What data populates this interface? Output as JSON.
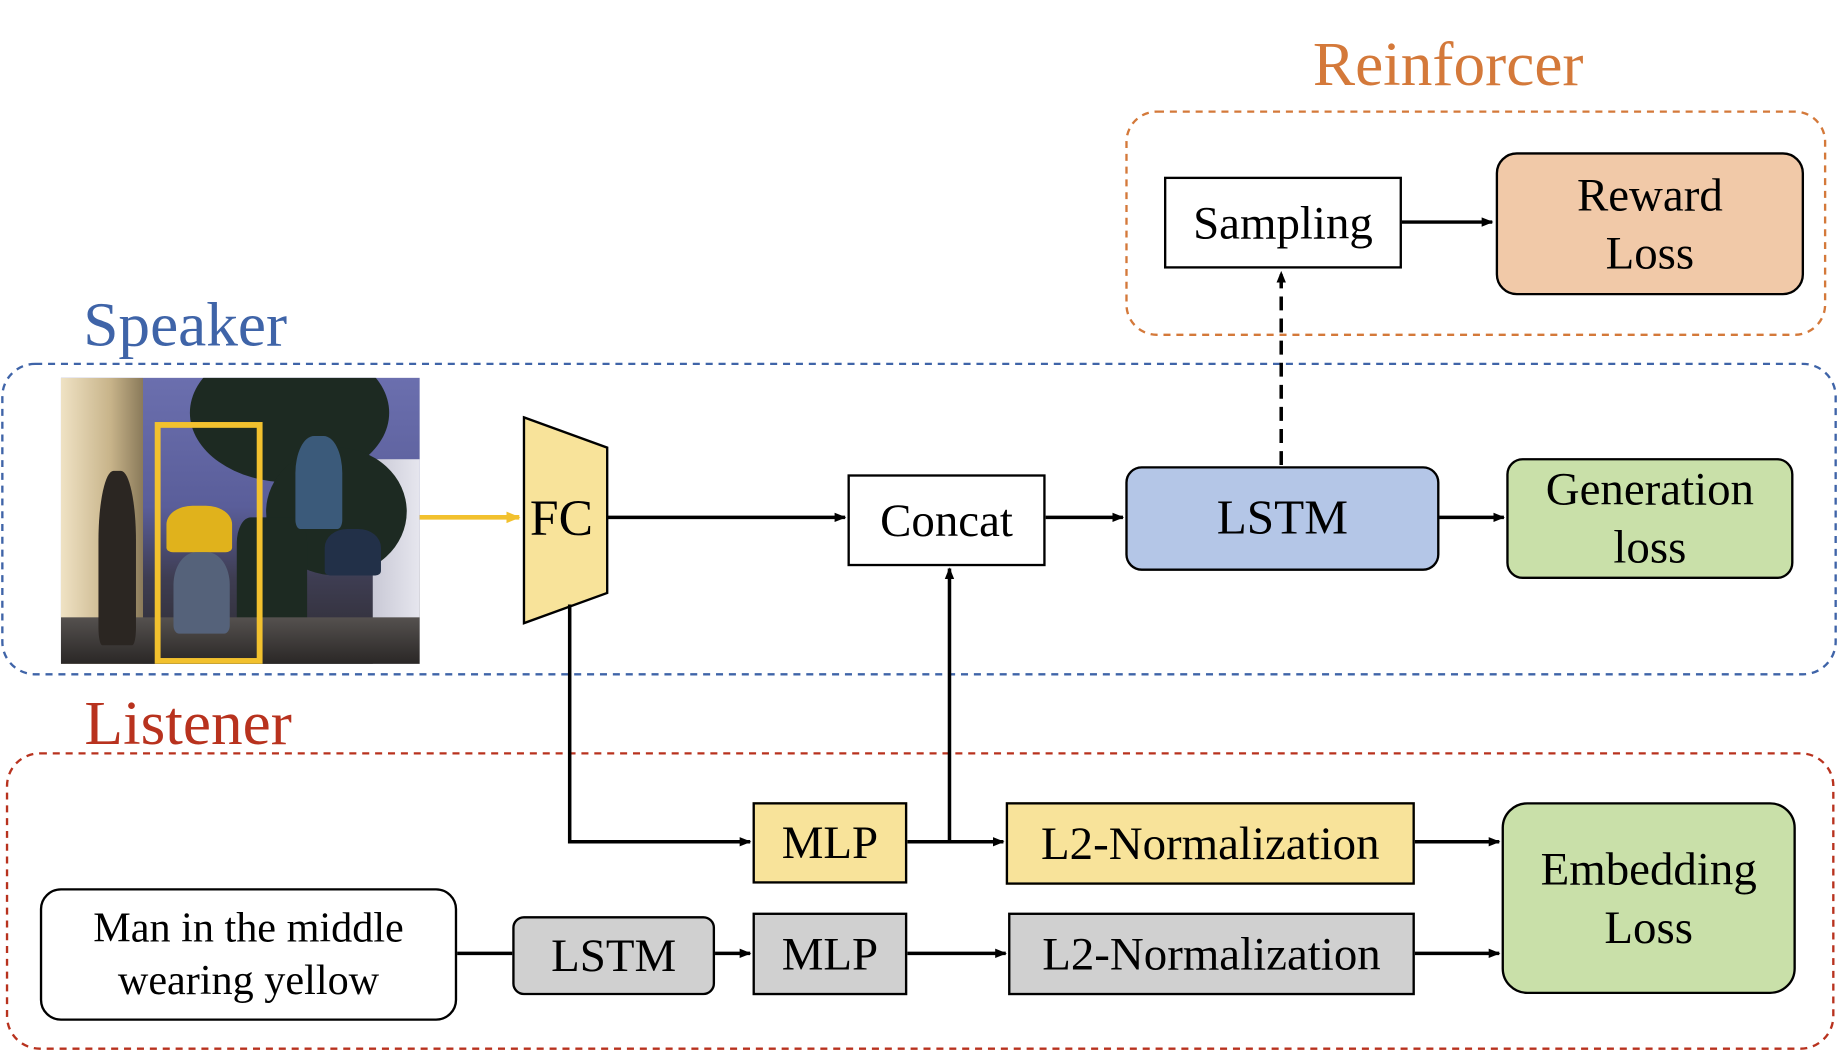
{
  "groups": {
    "reinforcer": {
      "title": "Reinforcer",
      "color": "#d4793a"
    },
    "speaker": {
      "title": "Speaker",
      "color": "#3f64a8"
    },
    "listener": {
      "title": "Listener",
      "color": "#b8321e"
    }
  },
  "nodes": {
    "sampling": {
      "label": "Sampling",
      "fill": "#ffffff"
    },
    "reward_loss": {
      "label": "Reward\nLoss",
      "fill": "#f1c9a8"
    },
    "fc": {
      "label": "FC",
      "fill": "#f8e39a"
    },
    "concat": {
      "label": "Concat",
      "fill": "#ffffff"
    },
    "lstm_speaker": {
      "label": "LSTM",
      "fill": "#b4c6e7"
    },
    "generation_loss": {
      "label": "Generation\nloss",
      "fill": "#c9e0a9"
    },
    "mlp_image": {
      "label": "MLP",
      "fill": "#f8e39a"
    },
    "l2_norm_image": {
      "label": "L2-Normalization",
      "fill": "#f8e39a"
    },
    "embedding_loss": {
      "label": "Embedding\nLoss",
      "fill": "#c9e0a9"
    },
    "expression": {
      "label": "Man in the middle\nwearing yellow",
      "fill": "#ffffff"
    },
    "lstm_listener": {
      "label": "LSTM",
      "fill": "#d0d0d0"
    },
    "mlp_text": {
      "label": "MLP",
      "fill": "#d0d0d0"
    },
    "l2_norm_text": {
      "label": "L2-Normalization",
      "fill": "#d0d0d0"
    }
  },
  "image": {
    "highlight_color": "#f2c12e"
  }
}
